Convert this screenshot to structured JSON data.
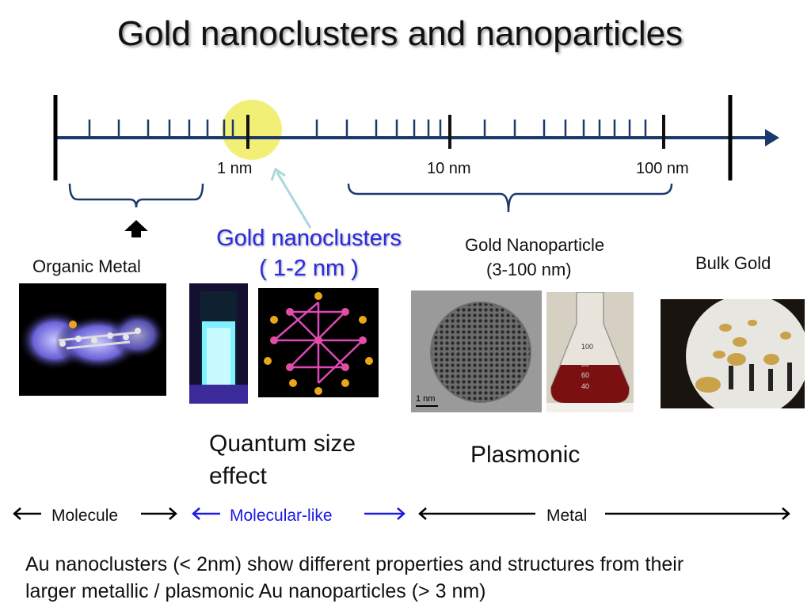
{
  "title": "Gold nanoclusters and nanoparticles",
  "scale": {
    "labels": [
      "1 nm",
      "10 nm",
      "100 nm"
    ],
    "axis_color": "#1b3a6b",
    "highlight_color": "#f0ee6a"
  },
  "nanoclusters": {
    "title_line1": "Gold nanoclusters",
    "title_line2": "( 1-2 nm )",
    "color": "#2a2ae0"
  },
  "sections": {
    "organic_metal": "Organic Metal",
    "gold_nanoparticle_line1": "Gold Nanoparticle",
    "gold_nanoparticle_line2": "(3-100 nm)",
    "bulk_gold": "Bulk Gold"
  },
  "images": {
    "tem_scale_label": "1 nm",
    "flask_marks": [
      "100",
      "80",
      "60",
      "40"
    ]
  },
  "effects": {
    "quantum_line1": "Quantum size",
    "quantum_line2": "effect",
    "plasmonic": "Plasmonic"
  },
  "regimes": {
    "molecule": "Molecule",
    "molecular_like": "Molecular-like",
    "metal": "Metal"
  },
  "footer": {
    "line1": "Au nanoclusters (< 2nm)  show  different properties and structures from their",
    "line2": "larger metallic / plasmonic Au nanoparticles (> 3 nm)"
  }
}
